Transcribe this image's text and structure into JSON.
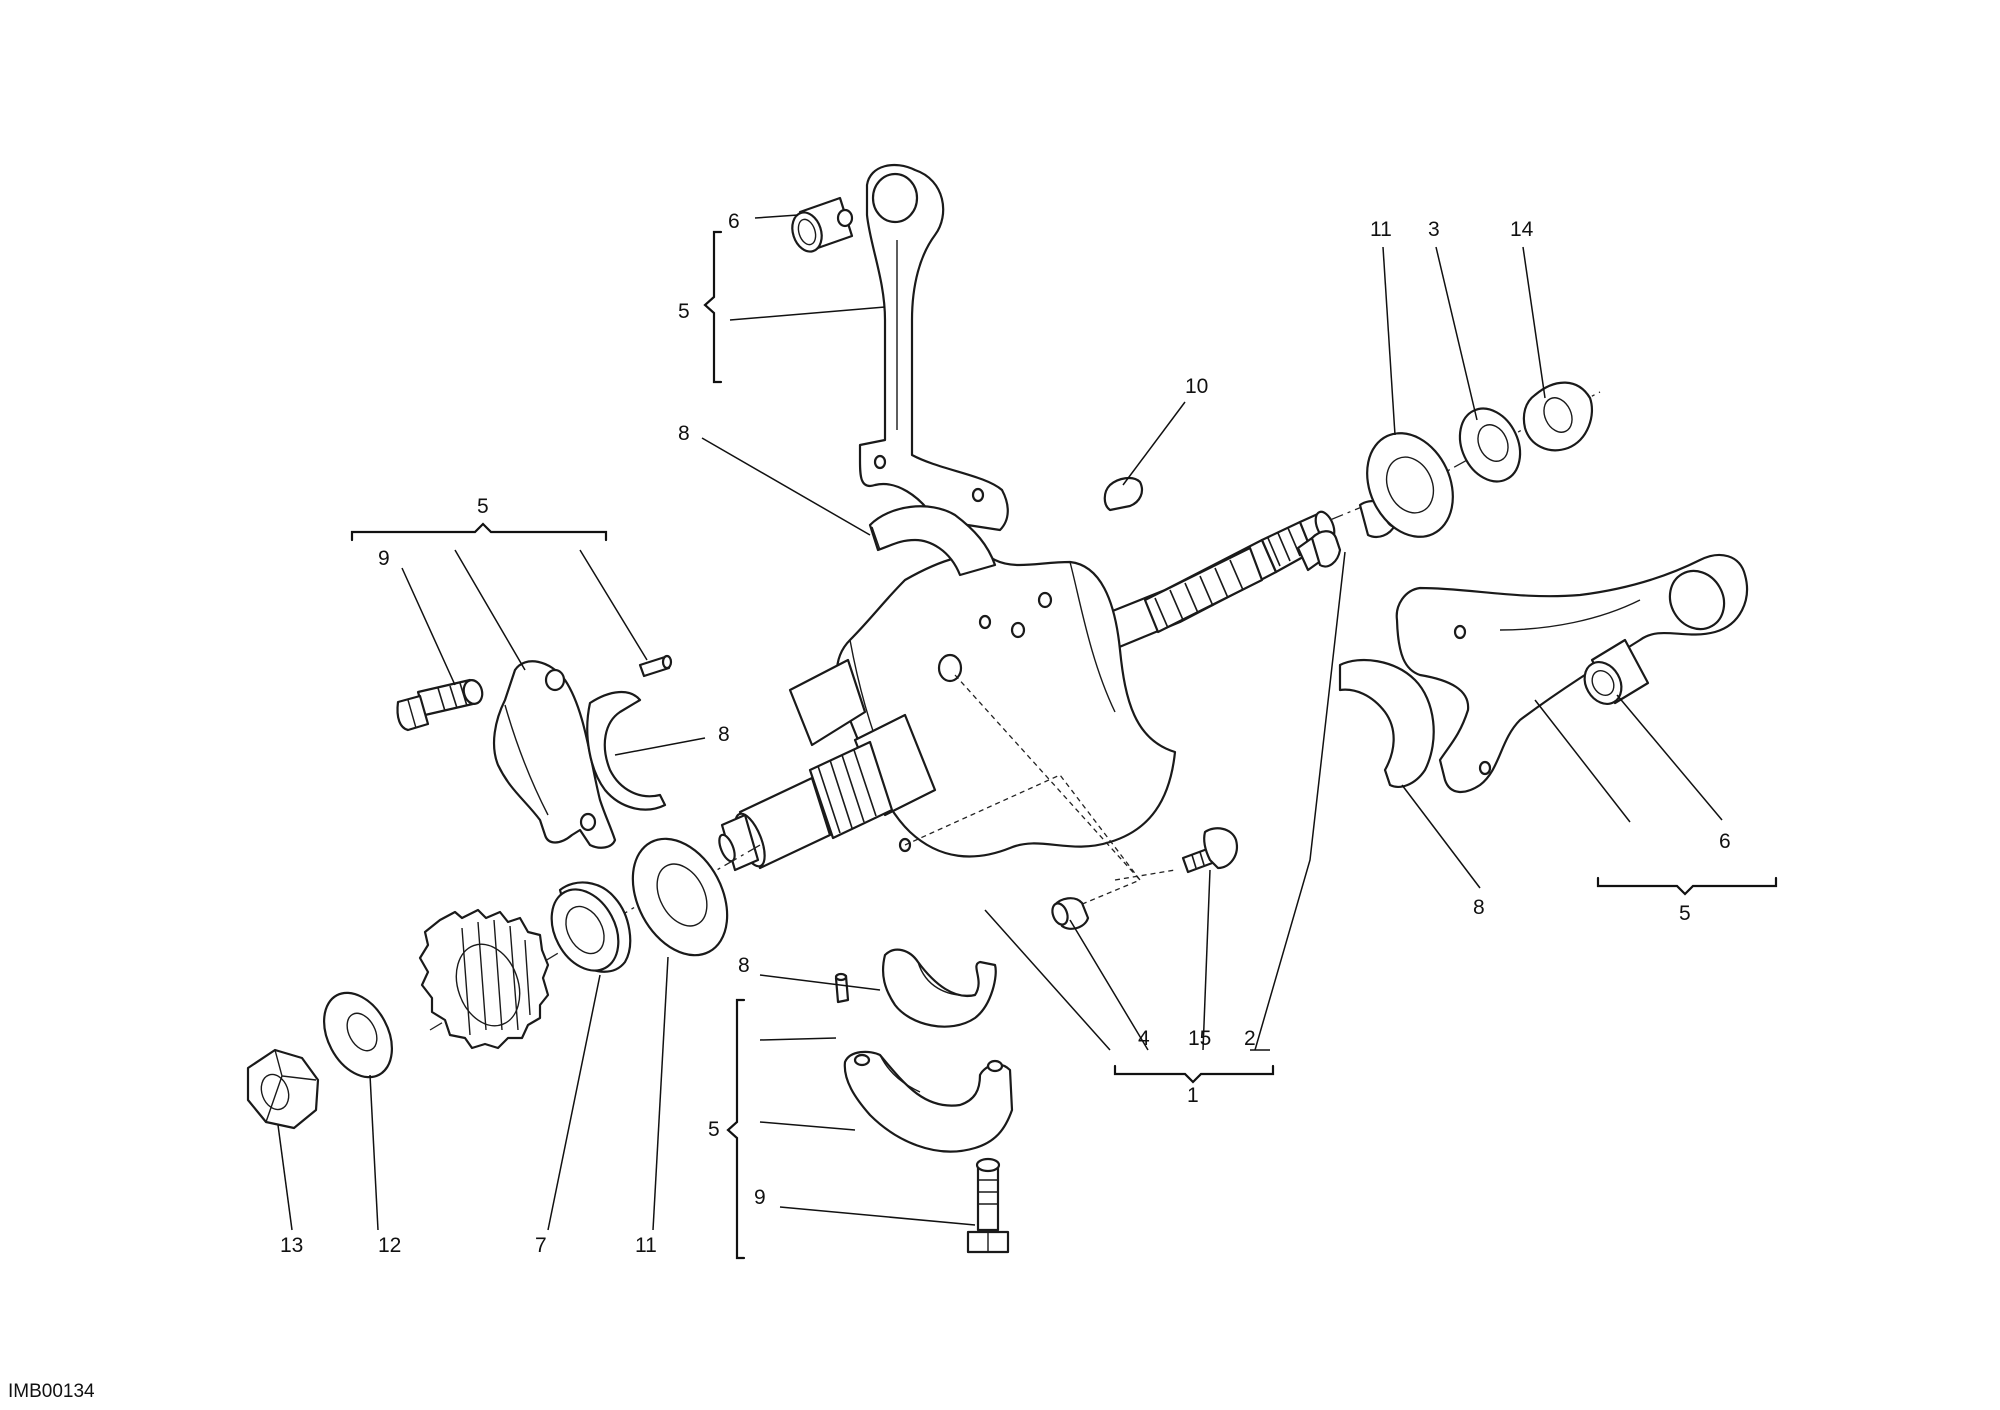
{
  "drawing_code": "IMB00134",
  "callouts": {
    "rod_top_group": "5",
    "rod_top_bushing": "6",
    "rod_top_bearing": "8",
    "key": "10",
    "right_washer": "11",
    "right_spacer": "3",
    "right_nut": "14",
    "left_group": "5",
    "left_bolt": "9",
    "left_bearing": "8",
    "rod_right_bushing": "6",
    "rod_right_group": "5",
    "rod_right_bearing": "8",
    "plug": "4",
    "screw": "15",
    "plug_small": "2",
    "crank_group": "1",
    "bottom_bearing": "8",
    "bottom_group": "5",
    "bottom_bolt": "9",
    "nut": "13",
    "washer": "12",
    "bushing_7": "7",
    "left_washer": "11"
  }
}
